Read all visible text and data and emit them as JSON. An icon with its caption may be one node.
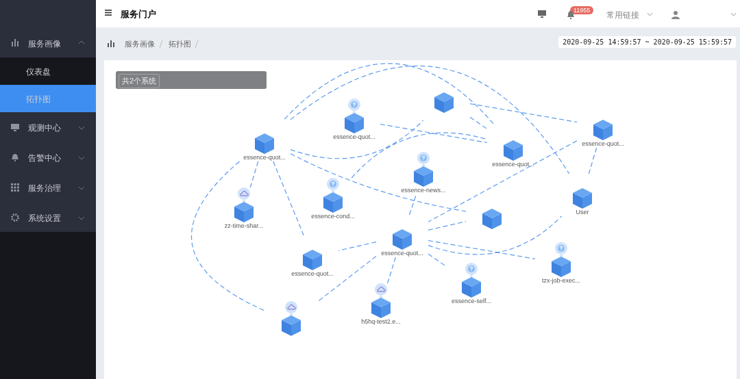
{
  "diagram": {
    "nodes": [
      {
        "text": [],
        "shape": "cube"
      },
      {
        "text": [
          "essence-quot..."
        ]
      },
      {
        "text": [
          "essence-quot..."
        ]
      },
      {
        "text": [
          "essence-quot..."
        ]
      },
      {
        "text": [
          "essence-quot..."
        ]
      },
      {
        "text": [
          "essence-news..."
        ]
      },
      {
        "text": [
          "essence-cond..."
        ]
      },
      {
        "text": [
          "User"
        ]
      },
      {
        "text": [
          "zz-time-shar..."
        ]
      },
      {
        "text": [],
        "shape": "cube"
      },
      {
        "text": [
          "essence-quot..."
        ]
      },
      {
        "text": [
          "essence-quot..."
        ]
      },
      {
        "text": [
          "tzx-job-exec..."
        ]
      },
      {
        "text": [
          "essence-self..."
        ]
      },
      {
        "text": [
          "h5hq-test2.e..."
        ]
      },
      {
        "text": [],
        "shape": "cube"
      }
    ],
    "edges": [
      {
        "from": 2,
        "to": 0,
        "arrow": "none",
        "style": "dashed"
      },
      {
        "from": 0,
        "to": 3,
        "arrow": "none",
        "style": "dashed"
      },
      {
        "from": 1,
        "to": 4,
        "arrow": "none",
        "style": "dashed"
      },
      {
        "from": 0,
        "to": 4,
        "arrow": "none",
        "style": "dashed"
      },
      {
        "from": 2,
        "to": 4,
        "arrow": "none",
        "style": "dashed"
      },
      {
        "from": 2,
        "to": 9,
        "arrow": "none",
        "style": "dashed"
      },
      {
        "from": 2,
        "to": 7,
        "arrow": "none",
        "style": "dashed"
      },
      {
        "from": 3,
        "to": 7,
        "arrow": "none",
        "style": "dashed"
      },
      {
        "from": 3,
        "to": 10,
        "arrow": "none",
        "style": "dashed"
      },
      {
        "from": 6,
        "to": 4,
        "arrow": "none",
        "style": "dashed"
      },
      {
        "from": 2,
        "to": 8,
        "arrow": "none",
        "style": "dashed"
      },
      {
        "from": 2,
        "to": 11,
        "arrow": "none",
        "style": "dashed"
      },
      {
        "from": 2,
        "to": 15,
        "arrow": "none",
        "style": "dashed"
      },
      {
        "from": 10,
        "to": 7,
        "arrow": "none",
        "style": "dashed"
      },
      {
        "from": 10,
        "to": 5,
        "arrow": "none",
        "style": "dashed"
      },
      {
        "from": 10,
        "to": 9,
        "arrow": "none",
        "style": "dashed"
      },
      {
        "from": 10,
        "to": 11,
        "arrow": "none",
        "style": "dashed"
      },
      {
        "from": 10,
        "to": 15,
        "arrow": "none",
        "style": "dashed"
      },
      {
        "from": 10,
        "to": 13,
        "arrow": "none",
        "style": "dashed"
      },
      {
        "from": 10,
        "to": 12,
        "arrow": "none",
        "style": "dashed"
      },
      {
        "from": 10,
        "to": 14,
        "arrow": "none",
        "style": "dashed"
      }
    ],
    "labels": [
      "服务画像",
      "仪表盘",
      "拓扑图",
      "观测中心",
      "告警中心",
      "服务治理",
      "系统设置",
      "服务门户",
      "11955",
      "常用链接",
      "服务画像",
      "拓扑图",
      "2020-09-25 14:59:57 ~ 2020-09-25 15:59:57",
      "共2个系统"
    ]
  }
}
